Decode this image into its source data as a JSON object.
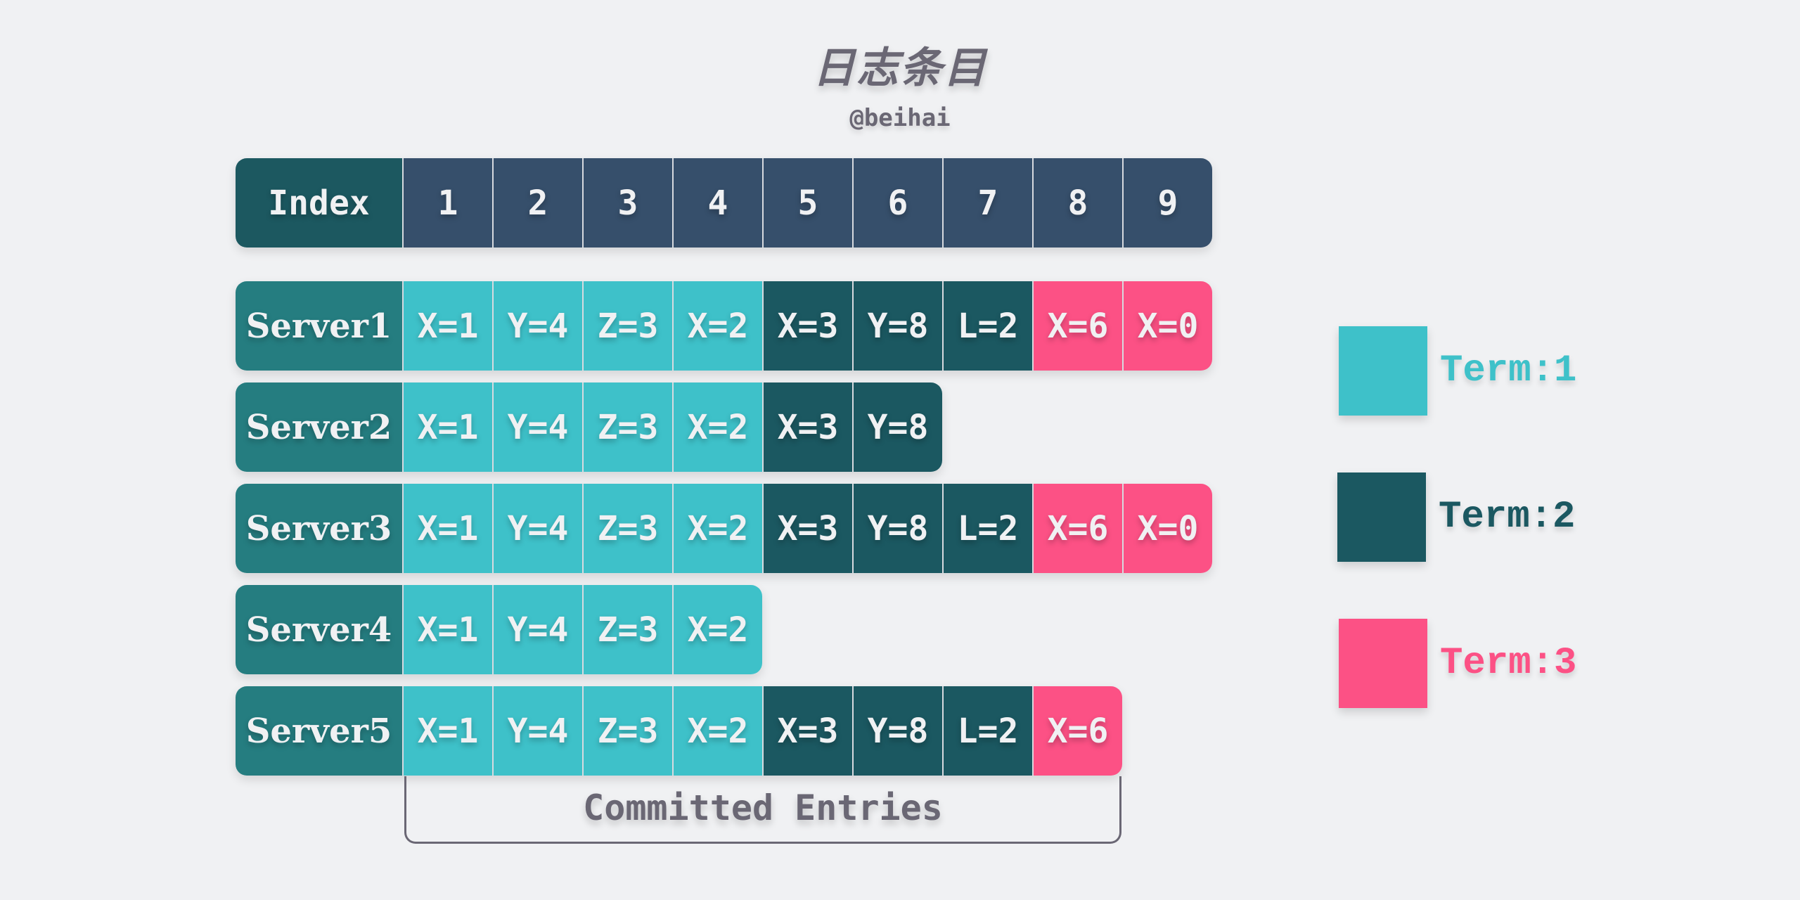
{
  "title": "日志条目",
  "subtitle": "@beihai",
  "colors": {
    "background": "#f0f1f3",
    "index_header": "#1c5860",
    "index_cells": "#364f6b",
    "server_header": "#257d80",
    "term1": "#3ec1c9",
    "term2": "#1b5861",
    "term3": "#fc5185",
    "text_gray": "#6a6774"
  },
  "index_row": {
    "label": "Index",
    "values": [
      "1",
      "2",
      "3",
      "4",
      "5",
      "6",
      "7",
      "8",
      "9"
    ]
  },
  "servers": [
    {
      "name": "Server1",
      "entries": [
        {
          "text": "X=1",
          "term": 1
        },
        {
          "text": "Y=4",
          "term": 1
        },
        {
          "text": "Z=3",
          "term": 1
        },
        {
          "text": "X=2",
          "term": 1
        },
        {
          "text": "X=3",
          "term": 2
        },
        {
          "text": "Y=8",
          "term": 2
        },
        {
          "text": "L=2",
          "term": 2
        },
        {
          "text": "X=6",
          "term": 3
        },
        {
          "text": "X=0",
          "term": 3
        }
      ]
    },
    {
      "name": "Server2",
      "entries": [
        {
          "text": "X=1",
          "term": 1
        },
        {
          "text": "Y=4",
          "term": 1
        },
        {
          "text": "Z=3",
          "term": 1
        },
        {
          "text": "X=2",
          "term": 1
        },
        {
          "text": "X=3",
          "term": 2
        },
        {
          "text": "Y=8",
          "term": 2
        }
      ]
    },
    {
      "name": "Server3",
      "entries": [
        {
          "text": "X=1",
          "term": 1
        },
        {
          "text": "Y=4",
          "term": 1
        },
        {
          "text": "Z=3",
          "term": 1
        },
        {
          "text": "X=2",
          "term": 1
        },
        {
          "text": "X=3",
          "term": 2
        },
        {
          "text": "Y=8",
          "term": 2
        },
        {
          "text": "L=2",
          "term": 2
        },
        {
          "text": "X=6",
          "term": 3
        },
        {
          "text": "X=0",
          "term": 3
        }
      ]
    },
    {
      "name": "Server4",
      "entries": [
        {
          "text": "X=1",
          "term": 1
        },
        {
          "text": "Y=4",
          "term": 1
        },
        {
          "text": "Z=3",
          "term": 1
        },
        {
          "text": "X=2",
          "term": 1
        }
      ]
    },
    {
      "name": "Server5",
      "entries": [
        {
          "text": "X=1",
          "term": 1
        },
        {
          "text": "Y=4",
          "term": 1
        },
        {
          "text": "Z=3",
          "term": 1
        },
        {
          "text": "X=2",
          "term": 1
        },
        {
          "text": "X=3",
          "term": 2
        },
        {
          "text": "Y=8",
          "term": 2
        },
        {
          "text": "L=2",
          "term": 2
        },
        {
          "text": "X=6",
          "term": 3
        }
      ]
    }
  ],
  "committed": {
    "label": "Committed Entries",
    "from_index": 1,
    "to_index": 8
  },
  "legend": [
    {
      "label": "Term:1",
      "color": "#3ec1c9"
    },
    {
      "label": "Term:2",
      "color": "#1b5861"
    },
    {
      "label": "Term:3",
      "color": "#fc5185"
    }
  ]
}
